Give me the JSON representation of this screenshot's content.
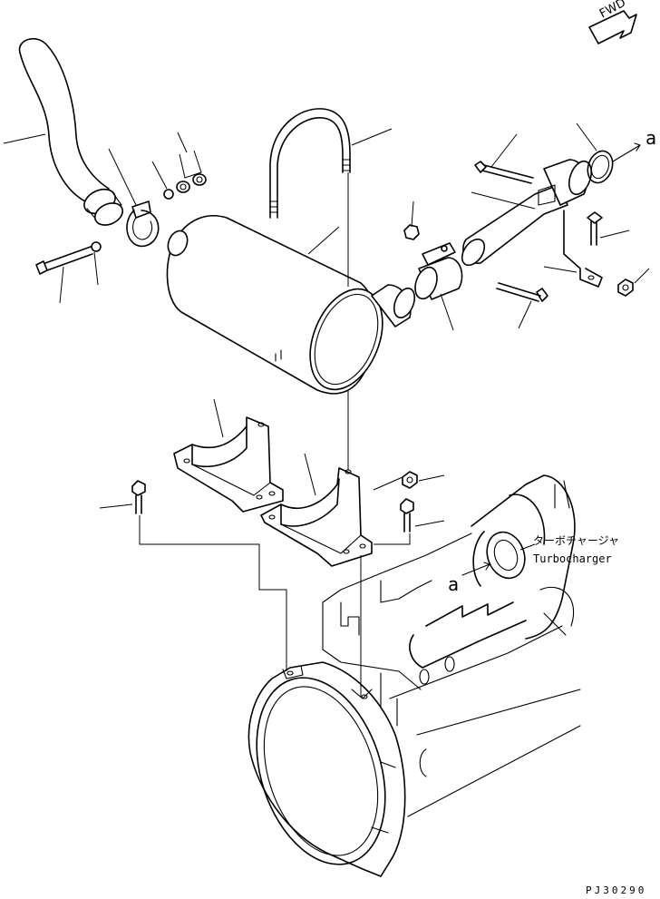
{
  "labels": {
    "fwd": "FWD",
    "turbo_jp": "ターボチャージャ",
    "turbo_en": "Turbocharger",
    "ref_a_top": "a",
    "ref_a_turbo": "a",
    "code": "PJ30290"
  }
}
